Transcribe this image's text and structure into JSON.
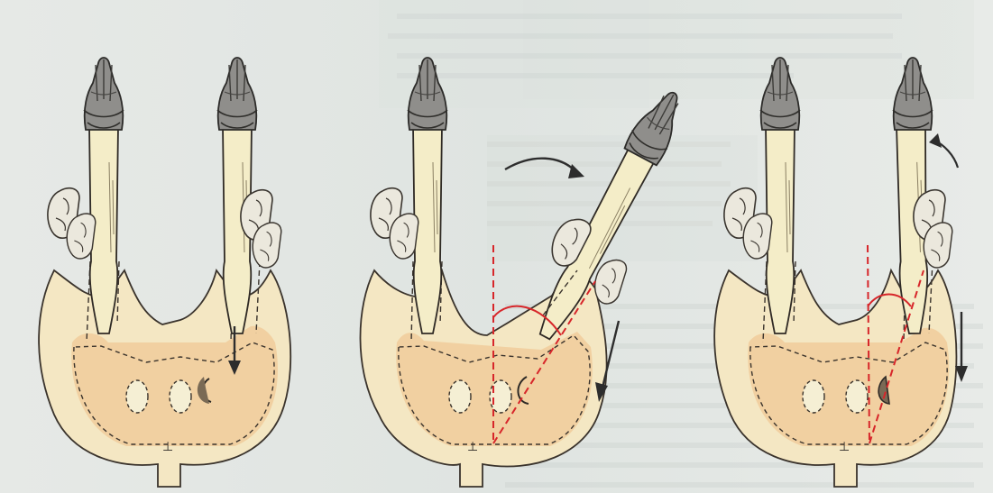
{
  "image": {
    "description_free": true,
    "colors": {
      "page": "#e6e9e6",
      "shade": "#dfe4e1",
      "bone": "#f3ebc6",
      "bone_outline": "#35302a",
      "tissue": "#f2cda0",
      "tissue_outline": "#3a332c",
      "paw": "#8d8c8a",
      "paw_dark": "#4a4946",
      "hand": "#e9e6dc",
      "angle_red": "#d7262a",
      "arrow": "#2d2d2d"
    },
    "panels": [
      {
        "name": "panel-left",
        "motion": "compression-arrow-only"
      },
      {
        "name": "panel-middle",
        "motion": "abduction-with-angle"
      },
      {
        "name": "panel-right",
        "motion": "adduction-with-angle"
      }
    ]
  }
}
